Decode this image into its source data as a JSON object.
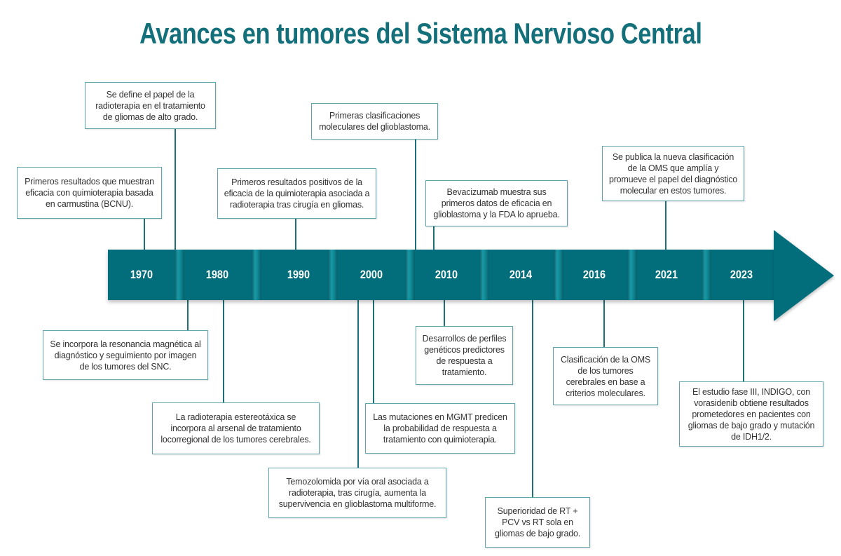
{
  "title": "Avances en tumores del Sistema Nervioso Central",
  "colors": {
    "title": "#136f7a",
    "bar": "#036e7b",
    "box_border": "#5ea5ad",
    "connector": "#1f6f78"
  },
  "timeline": {
    "years": [
      "1970",
      "1980",
      "1990",
      "2000",
      "2010",
      "2014",
      "2016",
      "2021",
      "2023"
    ]
  },
  "events_above": [
    {
      "text": "Primeros resultados que muestran eficacia con quimioterapia basada en carmustina (BCNU)."
    },
    {
      "text": "Se define el papel de la radioterapia en el tratamiento de gliomas de alto grado."
    },
    {
      "text": "Primeros resultados positivos de la eficacia de la quimioterapia asociada a radioterapia tras cirugía en gliomas."
    },
    {
      "text": "Primeras clasificaciones moleculares del glioblastoma."
    },
    {
      "text": "Bevacizumab muestra sus primeros datos de eficacia en glioblastoma y la FDA lo aprueba."
    },
    {
      "text": "Se publica la nueva clasificación de la OMS que amplía y promueve el papel del diagnóstico molecular en estos tumores."
    }
  ],
  "events_below": [
    {
      "text": "Se incorpora la resonancia magnética al diagnóstico y seguimiento por imagen de los tumores del SNC."
    },
    {
      "text": "La radioterapia estereotáxica se incorpora al arsenal de tratamiento locorregional de los tumores cerebrales."
    },
    {
      "text": "Temozolomida por vía oral asociada a radioterapia, tras cirugía, aumenta la supervivencia en glioblastoma multiforme."
    },
    {
      "text": "Las mutaciones en MGMT predicen la probabilidad de respuesta a tratamiento con quimioterapia."
    },
    {
      "text": "Desarrollos de perfiles genéticos predictores de respuesta a tratamiento."
    },
    {
      "text": "Superioridad de RT + PCV vs RT sola en gliomas de bajo grado."
    },
    {
      "text": "Clasificación de la OMS de los tumores cerebrales en base a criterios moleculares."
    },
    {
      "text": "El estudio fase III, INDIGO, con vorasidenib obtiene resultados prometedores en pacientes con gliomas de bajo grado y mutación de IDH1/2."
    }
  ]
}
